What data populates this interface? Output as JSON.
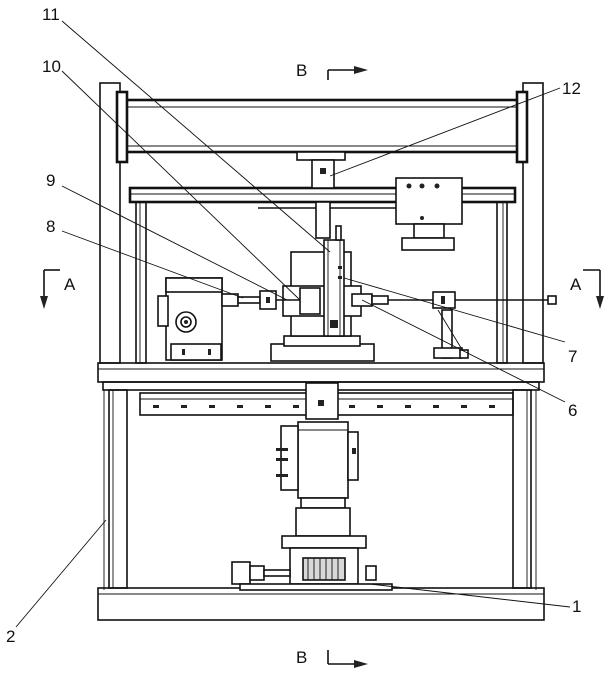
{
  "labels": {
    "n1": "1",
    "n2": "2",
    "n6": "6",
    "n7": "7",
    "n8": "8",
    "n9": "9",
    "n10": "10",
    "n11": "11",
    "n12": "12"
  },
  "section_markers": {
    "a_left": "A",
    "a_right": "A",
    "b_top": "B",
    "b_bottom": "B"
  }
}
